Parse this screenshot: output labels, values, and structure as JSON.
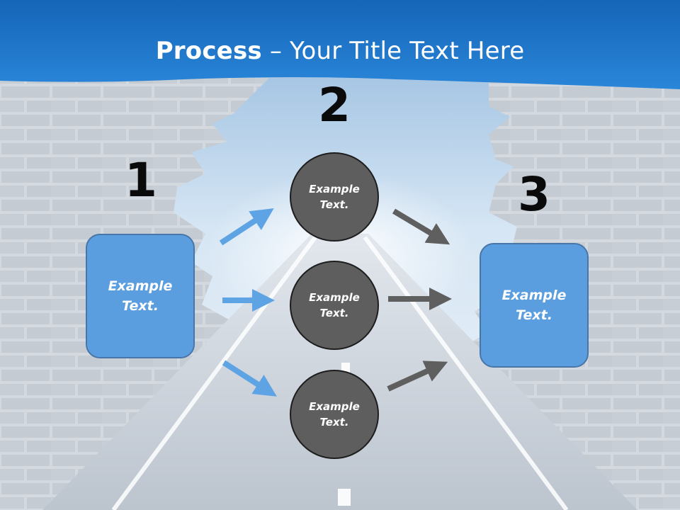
{
  "title": {
    "bold": "Process",
    "rest": " – Your Title Text Here"
  },
  "steps": [
    {
      "number": "1",
      "label": "Example\nText."
    },
    {
      "number": "2",
      "circles": [
        "Example\nText.",
        "Example\nText.",
        "Example\nText."
      ]
    },
    {
      "number": "3",
      "label": "Example\nText."
    }
  ],
  "colors": {
    "header_blue": "#1f74c9",
    "box_fill": "#5b9ee0",
    "box_border": "#4876a8",
    "circle_fill": "#5e5e5e",
    "arrow_blue": "#5ea3e4",
    "arrow_gray": "#5f5f5f"
  }
}
